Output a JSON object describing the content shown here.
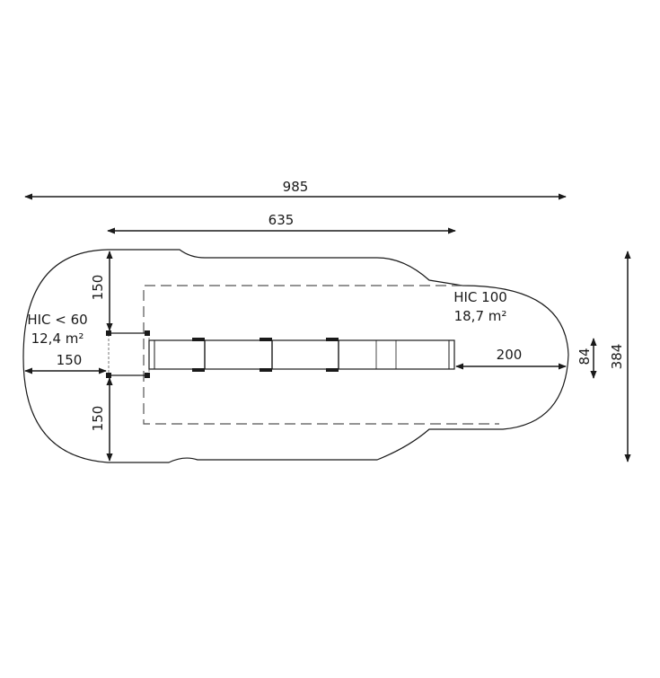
{
  "dimensions": {
    "overall_length": "985",
    "structure_length": "635",
    "left_top_depth": "150",
    "left_side_depth": "150",
    "left_bottom_depth": "150",
    "right_extension": "200",
    "structure_width": "84",
    "overall_width": "384"
  },
  "zones": {
    "low": {
      "hic": "HIC < 60",
      "area": "12,4 m²"
    },
    "high": {
      "hic": "HIC 100",
      "area": "18,7 m²"
    }
  },
  "colors": {
    "line": "#1a1a1a",
    "dash": "#555555",
    "background": "#ffffff"
  }
}
